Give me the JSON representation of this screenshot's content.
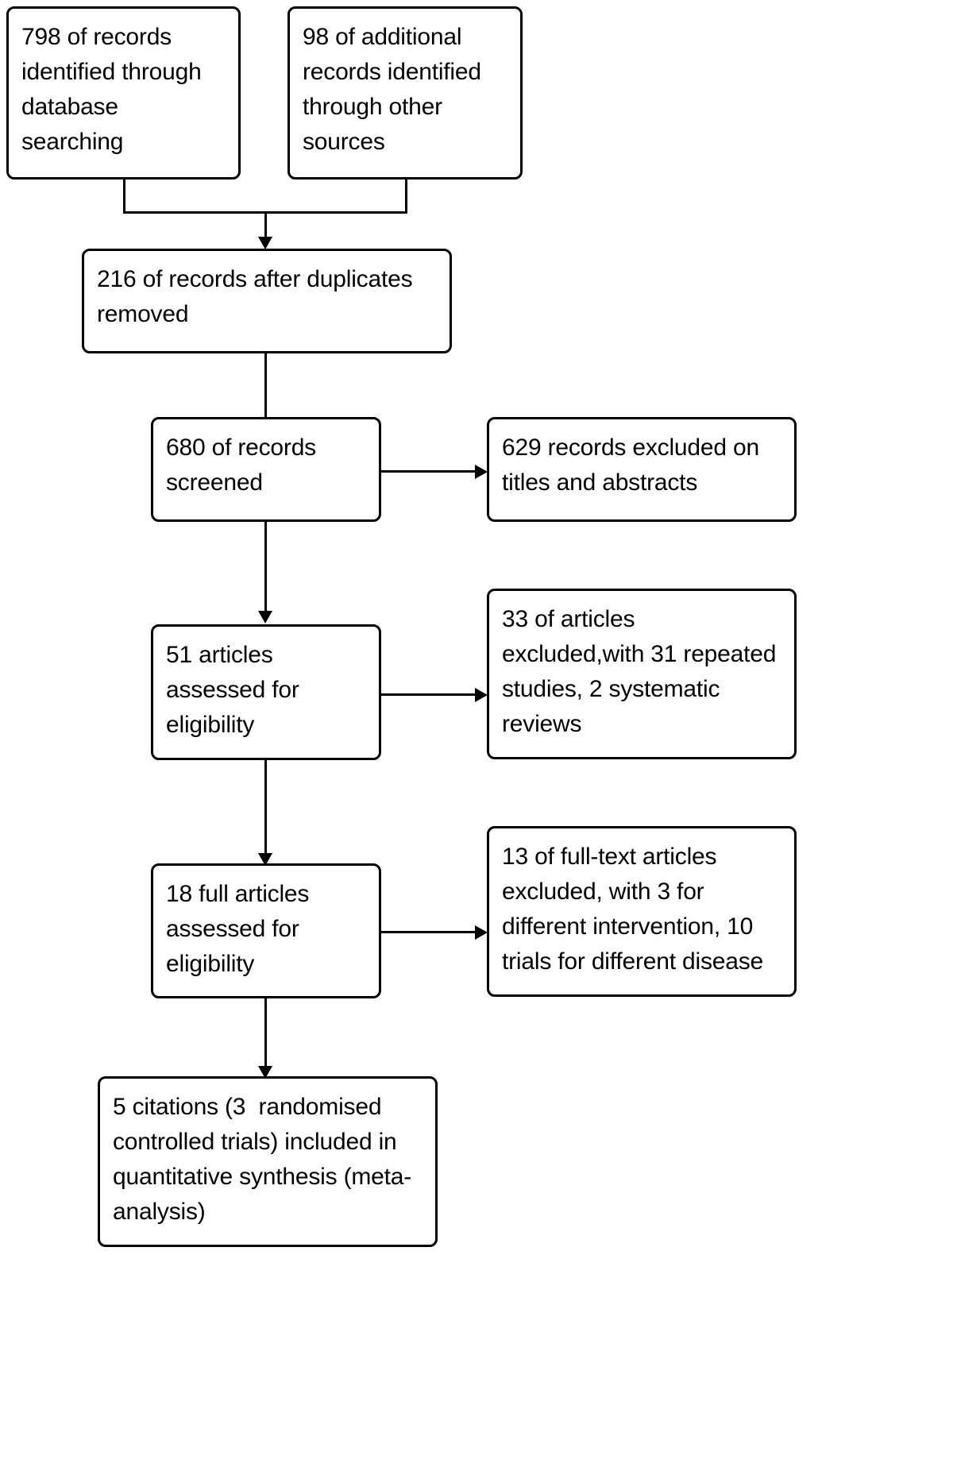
{
  "diagram": {
    "type": "prisma-flow-diagram",
    "title": "",
    "colors": {
      "box_border": "#000000",
      "box_fill": "#ffffff",
      "text": "#000000",
      "connector": "#000000",
      "background": "#ffffff"
    },
    "nodes": {
      "database_records": "798 of records identified through database searching",
      "other_records": "98 of additional records identified through other sources",
      "duplicates_removed": "216 of records after duplicates removed",
      "records_screened": "680 of records screened",
      "records_excluded": "629 records excluded on titles and abstracts",
      "articles_eligibility": "51 articles assessed for eligibility",
      "articles_excluded": "33 of articles excluded,with 31 repeated studies, 2 systematic reviews",
      "fulltext_eligibility": "18 full articles assessed for eligibility",
      "fulltext_excluded": "13 of full-text articles excluded, with 3 for different intervention, 10 trials for different disease",
      "included_synthesis": "5 citations (3  randomised controlled trials) included in quantitative synthesis (meta-analysis)"
    },
    "counts": {
      "database_records": 798,
      "other_records": 98,
      "after_duplicates": 216,
      "screened": 680,
      "excluded_titles_abstracts": 629,
      "assessed_eligibility": 51,
      "excluded_articles": 33,
      "repeated_studies": 31,
      "systematic_reviews": 2,
      "fulltext_assessed": 18,
      "fulltext_excluded": 13,
      "different_intervention": 3,
      "different_disease": 10,
      "included_citations": 5,
      "randomised_controlled_trials": 3
    },
    "edges": [
      {
        "from": "database_records",
        "to": "duplicates_removed",
        "direction": "down"
      },
      {
        "from": "other_records",
        "to": "duplicates_removed",
        "direction": "down"
      },
      {
        "from": "duplicates_removed",
        "to": "records_screened",
        "direction": "down"
      },
      {
        "from": "records_screened",
        "to": "records_excluded",
        "direction": "right"
      },
      {
        "from": "records_screened",
        "to": "articles_eligibility",
        "direction": "down"
      },
      {
        "from": "articles_eligibility",
        "to": "articles_excluded",
        "direction": "right"
      },
      {
        "from": "articles_eligibility",
        "to": "fulltext_eligibility",
        "direction": "down"
      },
      {
        "from": "fulltext_eligibility",
        "to": "fulltext_excluded",
        "direction": "right"
      },
      {
        "from": "fulltext_eligibility",
        "to": "included_synthesis",
        "direction": "down"
      }
    ]
  }
}
